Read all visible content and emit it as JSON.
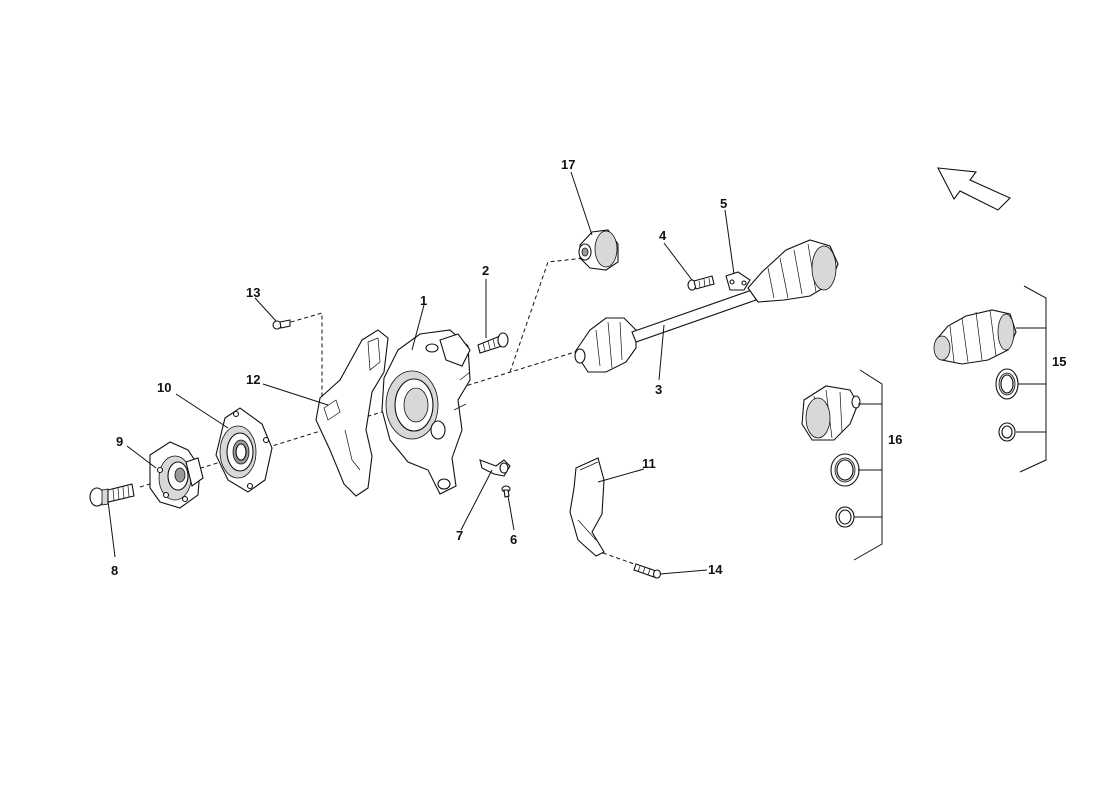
{
  "diagram": {
    "callouts": [
      {
        "id": "c1",
        "label": "1"
      },
      {
        "id": "c2",
        "label": "2"
      },
      {
        "id": "c3",
        "label": "3"
      },
      {
        "id": "c4",
        "label": "4"
      },
      {
        "id": "c5",
        "label": "5"
      },
      {
        "id": "c6",
        "label": "6"
      },
      {
        "id": "c7",
        "label": "7"
      },
      {
        "id": "c8",
        "label": "8"
      },
      {
        "id": "c9",
        "label": "9"
      },
      {
        "id": "c10",
        "label": "10"
      },
      {
        "id": "c11",
        "label": "11"
      },
      {
        "id": "c12",
        "label": "12"
      },
      {
        "id": "c13",
        "label": "13"
      },
      {
        "id": "c14",
        "label": "14"
      },
      {
        "id": "c15",
        "label": "15"
      },
      {
        "id": "c16",
        "label": "16"
      },
      {
        "id": "c17",
        "label": "17"
      }
    ],
    "direction_arrow_icon": "arrow-up-left-icon"
  }
}
